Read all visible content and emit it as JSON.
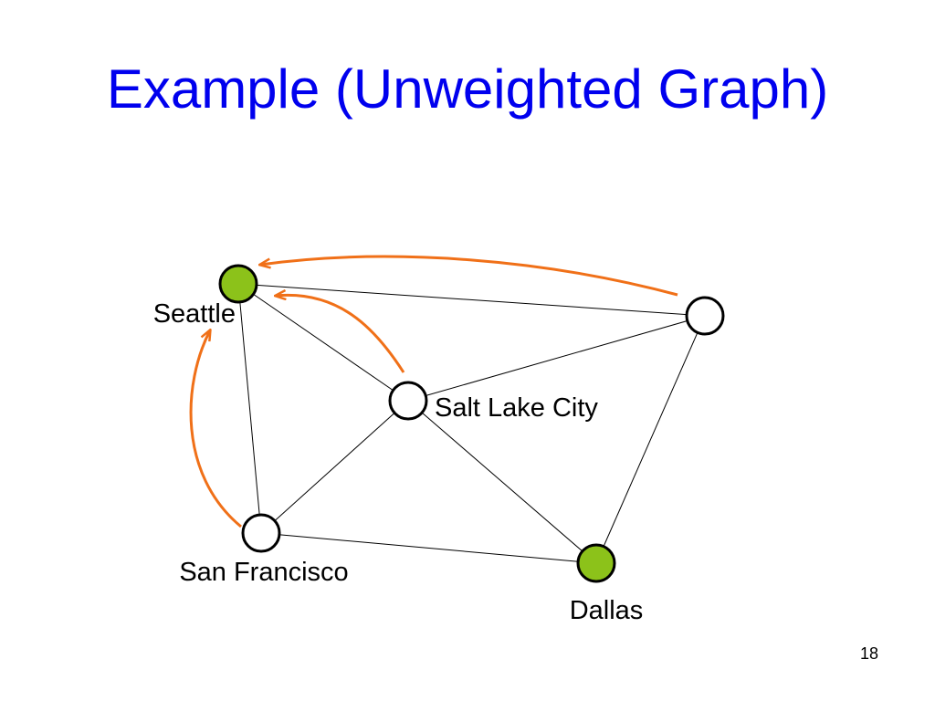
{
  "slide": {
    "title": "Example (Unweighted Graph)",
    "page_number": "18"
  },
  "graph": {
    "nodes": [
      {
        "id": "seattle",
        "label": "Seattle",
        "highlighted": true
      },
      {
        "id": "unlabeled",
        "label": "",
        "highlighted": false
      },
      {
        "id": "salt-lake-city",
        "label": "Salt Lake City",
        "highlighted": false
      },
      {
        "id": "san-francisco",
        "label": "San Francisco",
        "highlighted": false
      },
      {
        "id": "dallas",
        "label": "Dallas",
        "highlighted": true
      }
    ],
    "edges": [
      [
        "seattle",
        "unlabeled"
      ],
      [
        "seattle",
        "salt-lake-city"
      ],
      [
        "seattle",
        "san-francisco"
      ],
      [
        "salt-lake-city",
        "unlabeled"
      ],
      [
        "salt-lake-city",
        "san-francisco"
      ],
      [
        "salt-lake-city",
        "dallas"
      ],
      [
        "san-francisco",
        "dallas"
      ],
      [
        "unlabeled",
        "dallas"
      ]
    ],
    "arrows": [
      {
        "from": "unlabeled",
        "to": "seattle"
      },
      {
        "from": "salt-lake-city",
        "to": "seattle"
      },
      {
        "from": "san-francisco",
        "to": "seattle"
      }
    ],
    "colors": {
      "highlight_fill": "#8cc21a",
      "node_fill": "#ffffff",
      "node_stroke": "#000000",
      "edge": "#000000",
      "arrow": "#f07018",
      "title": "#0000ee"
    }
  }
}
